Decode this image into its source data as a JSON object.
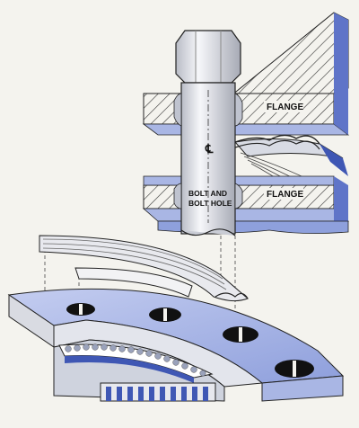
{
  "labels": {
    "flange_top": "FLANGE",
    "flange_bottom": "FLANGE",
    "centerline": "℄",
    "bolt_line1": "BOLT AND",
    "bolt_line2": "BOLT HOLE"
  },
  "colors": {
    "background": "#f4f3ee",
    "flange_blue": "#a9b6e4",
    "flange_blue_dark": "#5f74c8",
    "hatch": "#333333",
    "steel": "#d9dbe2",
    "outline": "#222222"
  }
}
